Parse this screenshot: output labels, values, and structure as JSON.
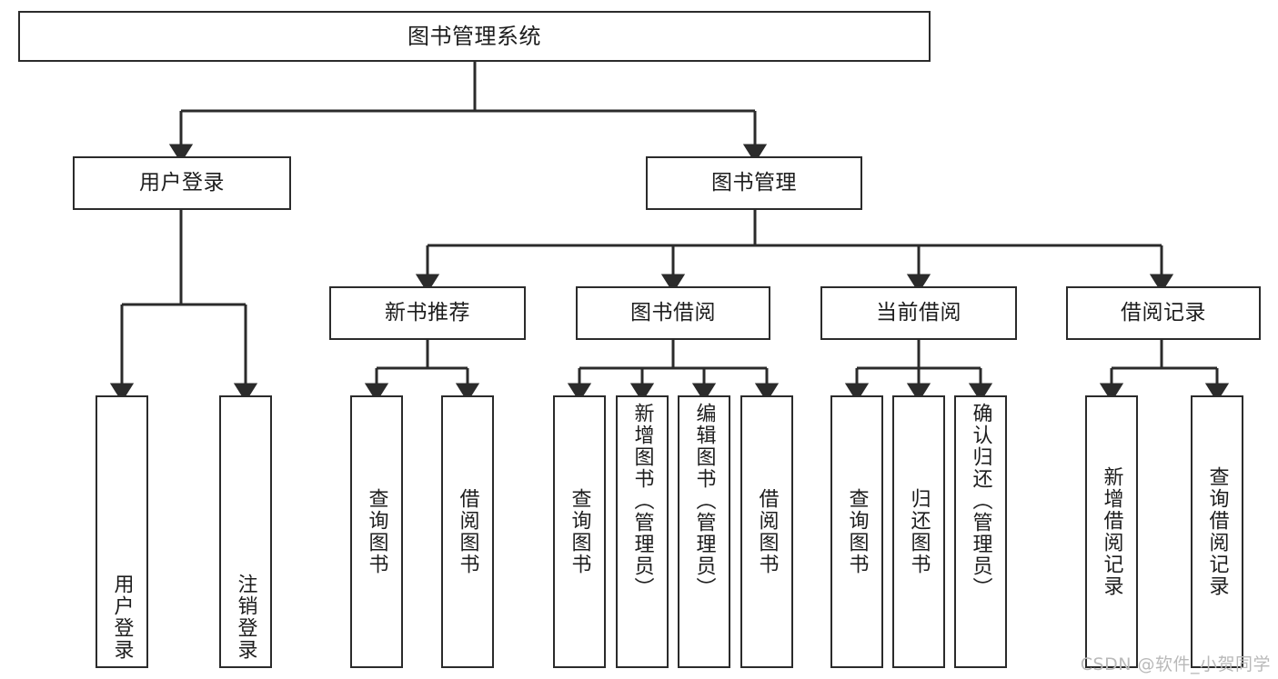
{
  "diagram": {
    "title": "图书管理系统",
    "type": "tree",
    "stroke_color": "#2b2b2b",
    "background_color": "#ffffff",
    "text_color": "#1d1d1d"
  },
  "nodes": {
    "root": {
      "label": "图书管理系统"
    },
    "level2": [
      {
        "label": "用户登录"
      },
      {
        "label": "图书管理"
      }
    ],
    "level3": [
      {
        "label": "新书推荐"
      },
      {
        "label": "图书借阅"
      },
      {
        "label": "当前借阅"
      },
      {
        "label": "借阅记录"
      }
    ],
    "leaves_user_login": [
      {
        "label": "用户登录"
      },
      {
        "label": "注销登录"
      }
    ],
    "leaves_new_book": [
      {
        "label": "查询图书"
      },
      {
        "label": "借阅图书"
      }
    ],
    "leaves_borrow": [
      {
        "label": "查询图书"
      },
      {
        "label": "新增图书（管理员）"
      },
      {
        "label": "编辑图书（管理员）"
      },
      {
        "label": "借阅图书"
      }
    ],
    "leaves_current": [
      {
        "label": "查询图书"
      },
      {
        "label": "归还图书"
      },
      {
        "label": "确认归还（管理员）"
      }
    ],
    "leaves_records": [
      {
        "label": "新增借阅记录"
      },
      {
        "label": "查询借阅记录"
      }
    ]
  },
  "watermark": {
    "text": "CSDN @软件_小贺同学"
  }
}
